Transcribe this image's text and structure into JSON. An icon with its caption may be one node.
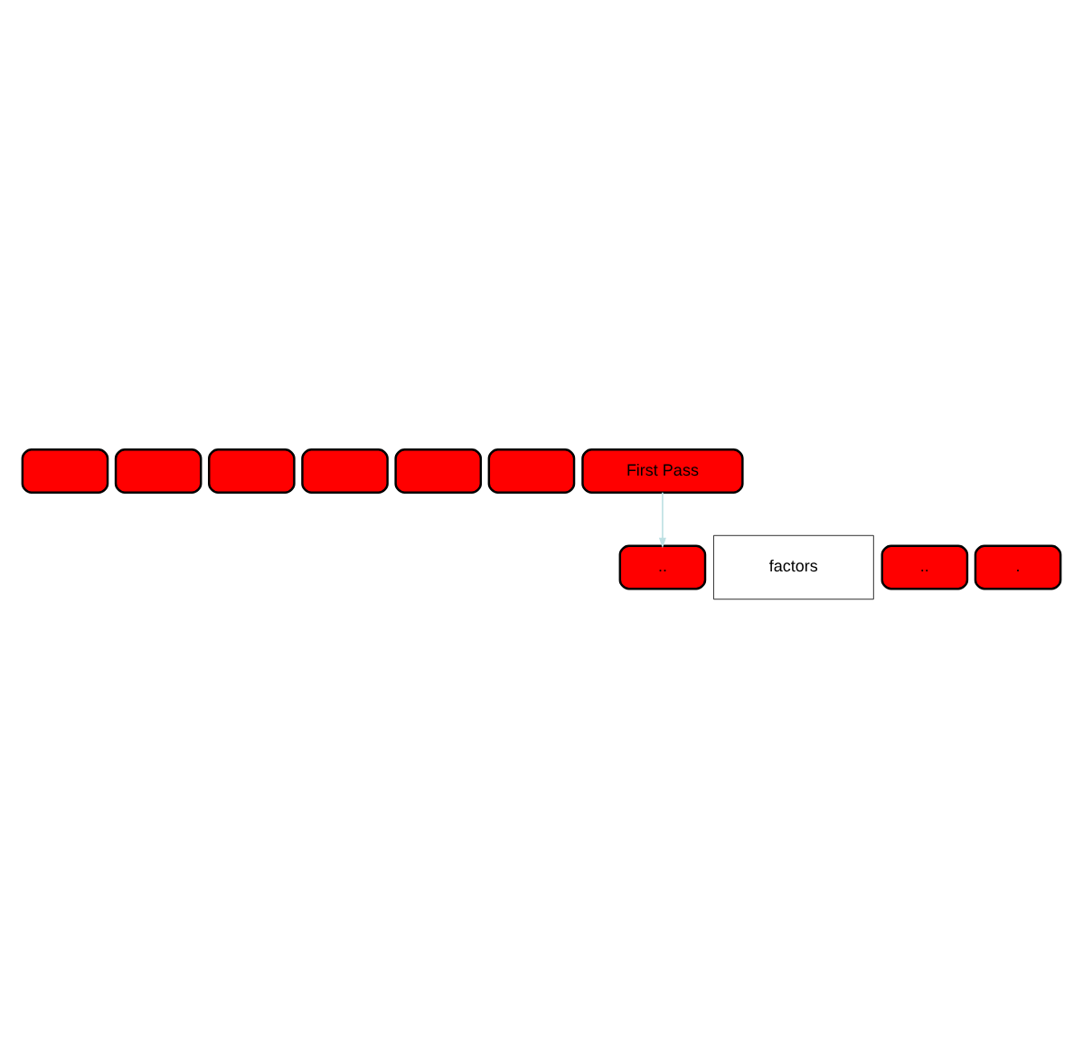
{
  "diagram": {
    "nodes": [
      {
        "text": [],
        "shape": "box"
      },
      {
        "text": [],
        "shape": "box"
      },
      {
        "text": [],
        "shape": "box"
      },
      {
        "text": [],
        "shape": "box"
      },
      {
        "text": [],
        "shape": "box"
      },
      {
        "text": [],
        "shape": "box"
      },
      {
        "text": [
          "First Pass"
        ]
      },
      {
        "text": [
          "factors"
        ]
      },
      {
        "text": [
          ".."
        ]
      },
      {
        "text": [
          ".."
        ]
      },
      {
        "text": [
          "."
        ]
      }
    ],
    "edges": [
      {
        "from": 6,
        "to": 9,
        "arrow": "to",
        "color": "#bde0e3"
      }
    ]
  }
}
